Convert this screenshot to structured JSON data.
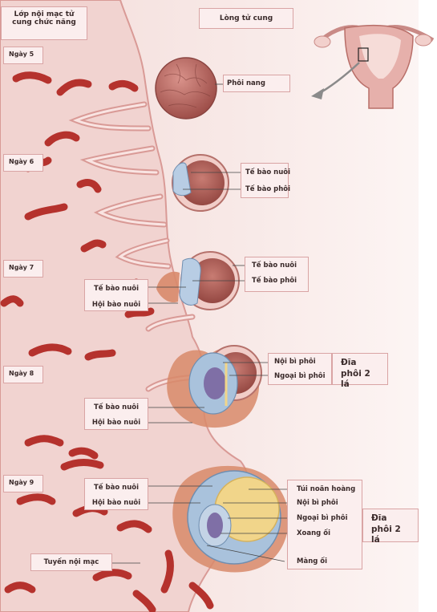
{
  "header": {
    "endometrium_title": "Lớp nội mạc tử cung chức năng",
    "lumen_title": "Lòng tử cung"
  },
  "days": {
    "day5": "Ngày 5",
    "day6": "Ngày 6",
    "day7": "Ngày 7",
    "day8": "Ngày 8",
    "day9": "Ngày 9"
  },
  "labels": {
    "blastocyst": "Phôi nang",
    "d6_trophoblast": "Tế bào nuôi",
    "d6_embryoblast": "Tế bào phôi",
    "d7_trophoblast_right": "Tế bào nuôi",
    "d7_embryoblast_right": "Tế bào phôi",
    "d7_cytotrophoblast": "Tế bào nuôi",
    "d7_syncytiotrophoblast": "Hội bào nuôi",
    "d8_endoderm": "Nội bì phôi",
    "d8_ectoderm": "Ngoại bì phôi",
    "d8_disc": "Đĩa phôi 2 lá",
    "d8_cytotrophoblast": "Tế bào nuôi",
    "d8_syncytiotrophoblast": "Hội bào nuôi",
    "d9_cytotrophoblast": "Tế bào nuôi",
    "d9_syncytiotrophoblast": "Hội bào nuôi",
    "d9_yolk_sac": "Túi noãn hoàng",
    "d9_endoderm": "Nội bì phôi",
    "d9_ectoderm": "Ngoại bì phôi",
    "d9_amniotic_cavity": "Xoang ối",
    "d9_amnion": "Màng ối",
    "d9_disc": "Đĩa phôi 2 lá",
    "gland": "Tuyến nội mạc"
  },
  "colors": {
    "endometrium": "#f4d9d6",
    "lumen": "#fbeeee",
    "vessel": "#b5322d",
    "trophoblast": "#a9c2dc",
    "syncytio": "#d8896a",
    "yolk": "#f1d58a"
  }
}
